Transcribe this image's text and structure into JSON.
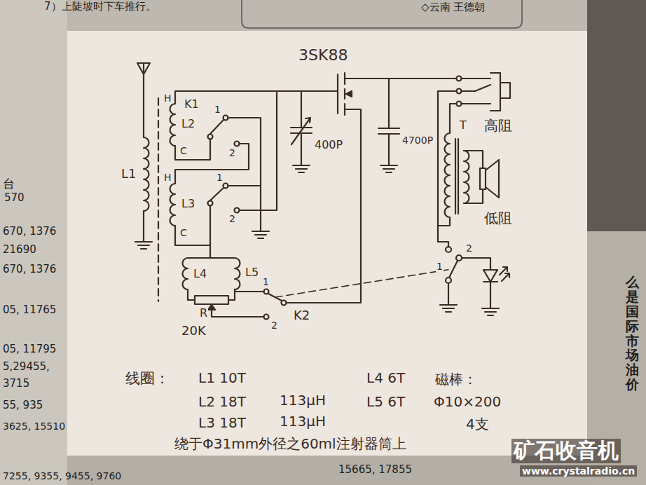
{
  "diagram": {
    "labels": [
      "7）上陡坡时下车推行。",
      "◇云南 王德朝",
      "3SK88",
      "H",
      "K1",
      "1",
      "L2",
      "2",
      "C",
      "400P",
      "4700P",
      "高阻",
      "T",
      "L1",
      "H",
      "1",
      "L3",
      "2",
      "C",
      "低阻",
      "2",
      "1",
      "L4",
      "L5",
      "1",
      "K2",
      "R",
      "2",
      "20K",
      "线圈：",
      "L1 10T",
      "L4 6T",
      "磁棒：",
      "L2 18T",
      "113μH",
      "L5 6T",
      "Φ10×200",
      "L3 18T",
      "113μH",
      "4支",
      "绕于Φ31mm外径之60ml注射器筒上",
      "台",
      "570",
      "670, 1376",
      "21690",
      "670, 1376",
      "05, 11765",
      "05, 11795",
      "5,29455,",
      "3715",
      "55, 935",
      "3625, 15510",
      "7255, 9355, 9455, 9760",
      "15665, 17855",
      "么是国际市场油价",
      "矿石收音机",
      "www.crystalradio.cn"
    ]
  }
}
